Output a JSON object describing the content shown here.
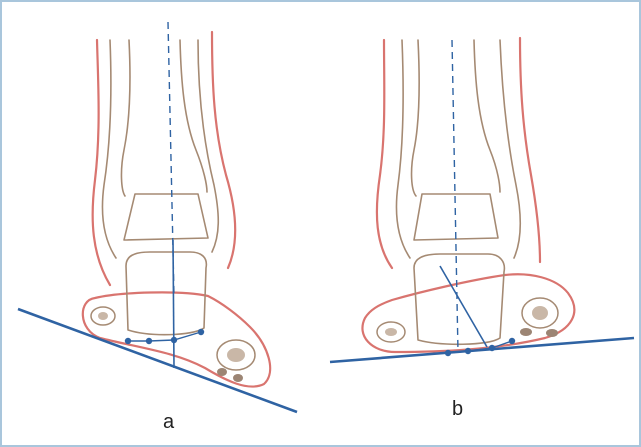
{
  "figure": {
    "panels": [
      {
        "id": "a",
        "label": "a"
      },
      {
        "id": "b",
        "label": "b"
      }
    ],
    "colors": {
      "skin_outline": "#d9746f",
      "bone_outline": "#a58a73",
      "axis_line": "#2f63a3",
      "ground_line": "#2f63a3",
      "frame_border": "#a9c6dc",
      "marrow_dots": "#9c8574"
    }
  }
}
